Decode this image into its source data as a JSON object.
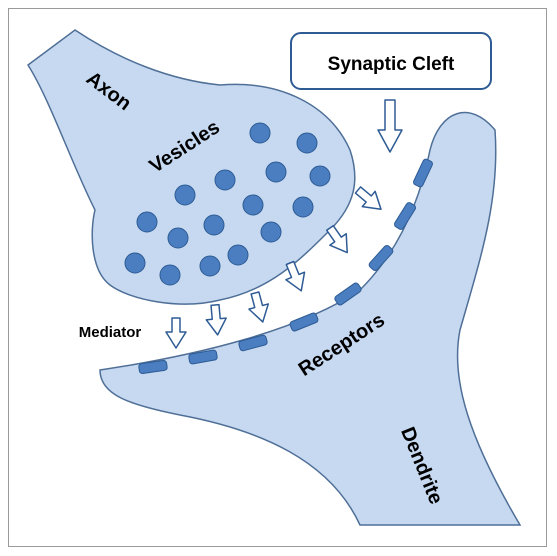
{
  "labels": {
    "axon": "Axon",
    "vesicles": "Vesicles",
    "synaptic_cleft": "Synaptic Cleft",
    "mediator": "Mediator",
    "receptors": "Receptors",
    "dendrite": "Dendrite"
  },
  "colors": {
    "tissue_fill": "#c6d9f1",
    "tissue_stroke": "#4f6f97",
    "vesicle_fill": "#4a7ec0",
    "vesicle_stroke": "#2e5b94",
    "receptor_fill": "#4a7ec0",
    "frame": "#9a9a9a"
  }
}
